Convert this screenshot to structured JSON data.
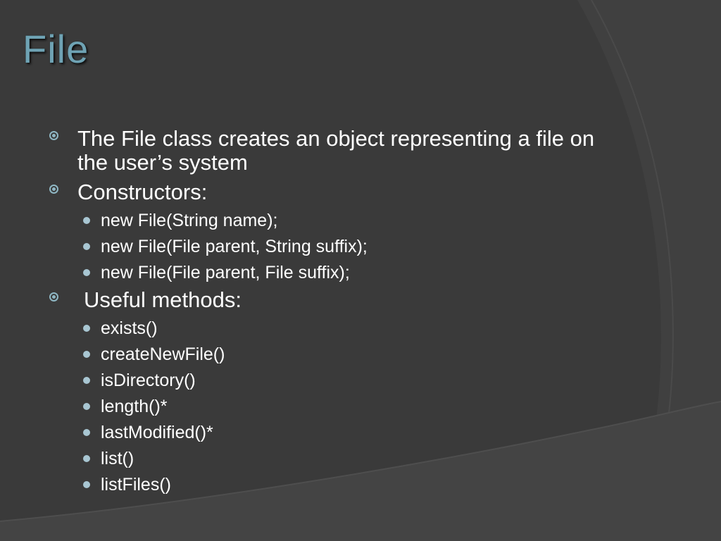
{
  "slide": {
    "title": "File",
    "colors": {
      "title": "#6fa3b4",
      "background": "#3a3a3a",
      "bullet": "#8fb7c4",
      "text": "#ffffff"
    },
    "bullets": [
      {
        "text": "The File class creates an object representing a file on the user’s system",
        "sub": []
      },
      {
        "text": "Constructors:",
        "sub": [
          "new File(String name);",
          "new File(File parent, String suffix);",
          "new File(File parent, File suffix);"
        ]
      },
      {
        "text": "Useful methods:",
        "sub": [
          "exists()",
          "createNewFile()",
          "isDirectory()",
          "length()*",
          "lastModified()*",
          "list()",
          "listFiles()"
        ]
      }
    ]
  }
}
